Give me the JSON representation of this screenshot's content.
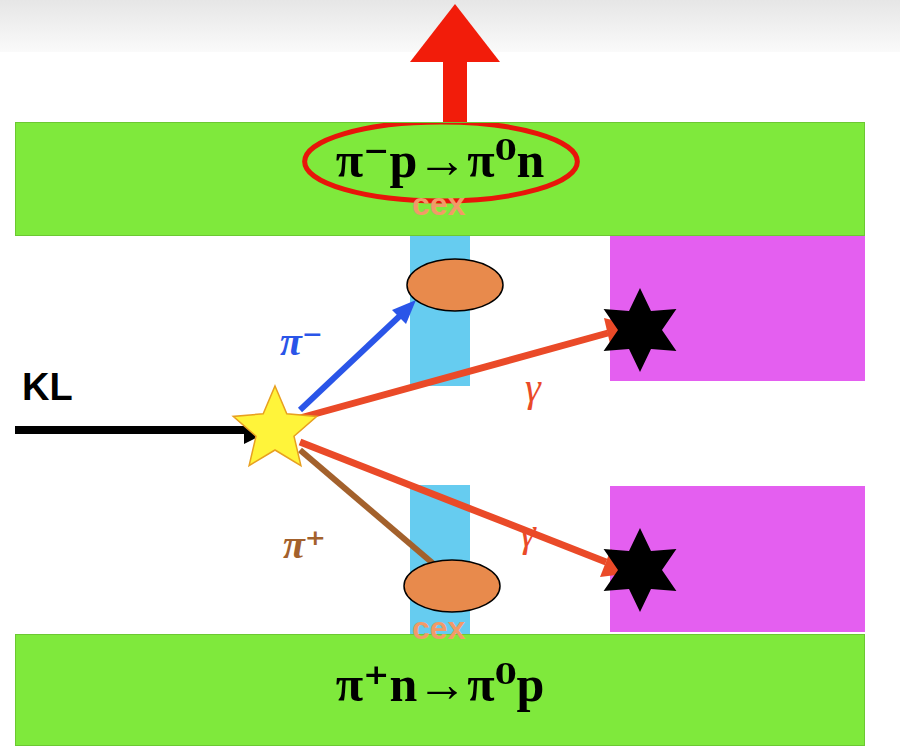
{
  "diagram": {
    "nodes": [
      {
        "text": [
          "π⁻p→π⁰n"
        ]
      },
      {
        "text": [
          "π⁺n→π⁰p"
        ]
      }
    ],
    "labels": [
      "cex",
      "cex",
      "KL",
      "π⁻",
      "π⁺",
      "γ",
      "γ"
    ]
  }
}
